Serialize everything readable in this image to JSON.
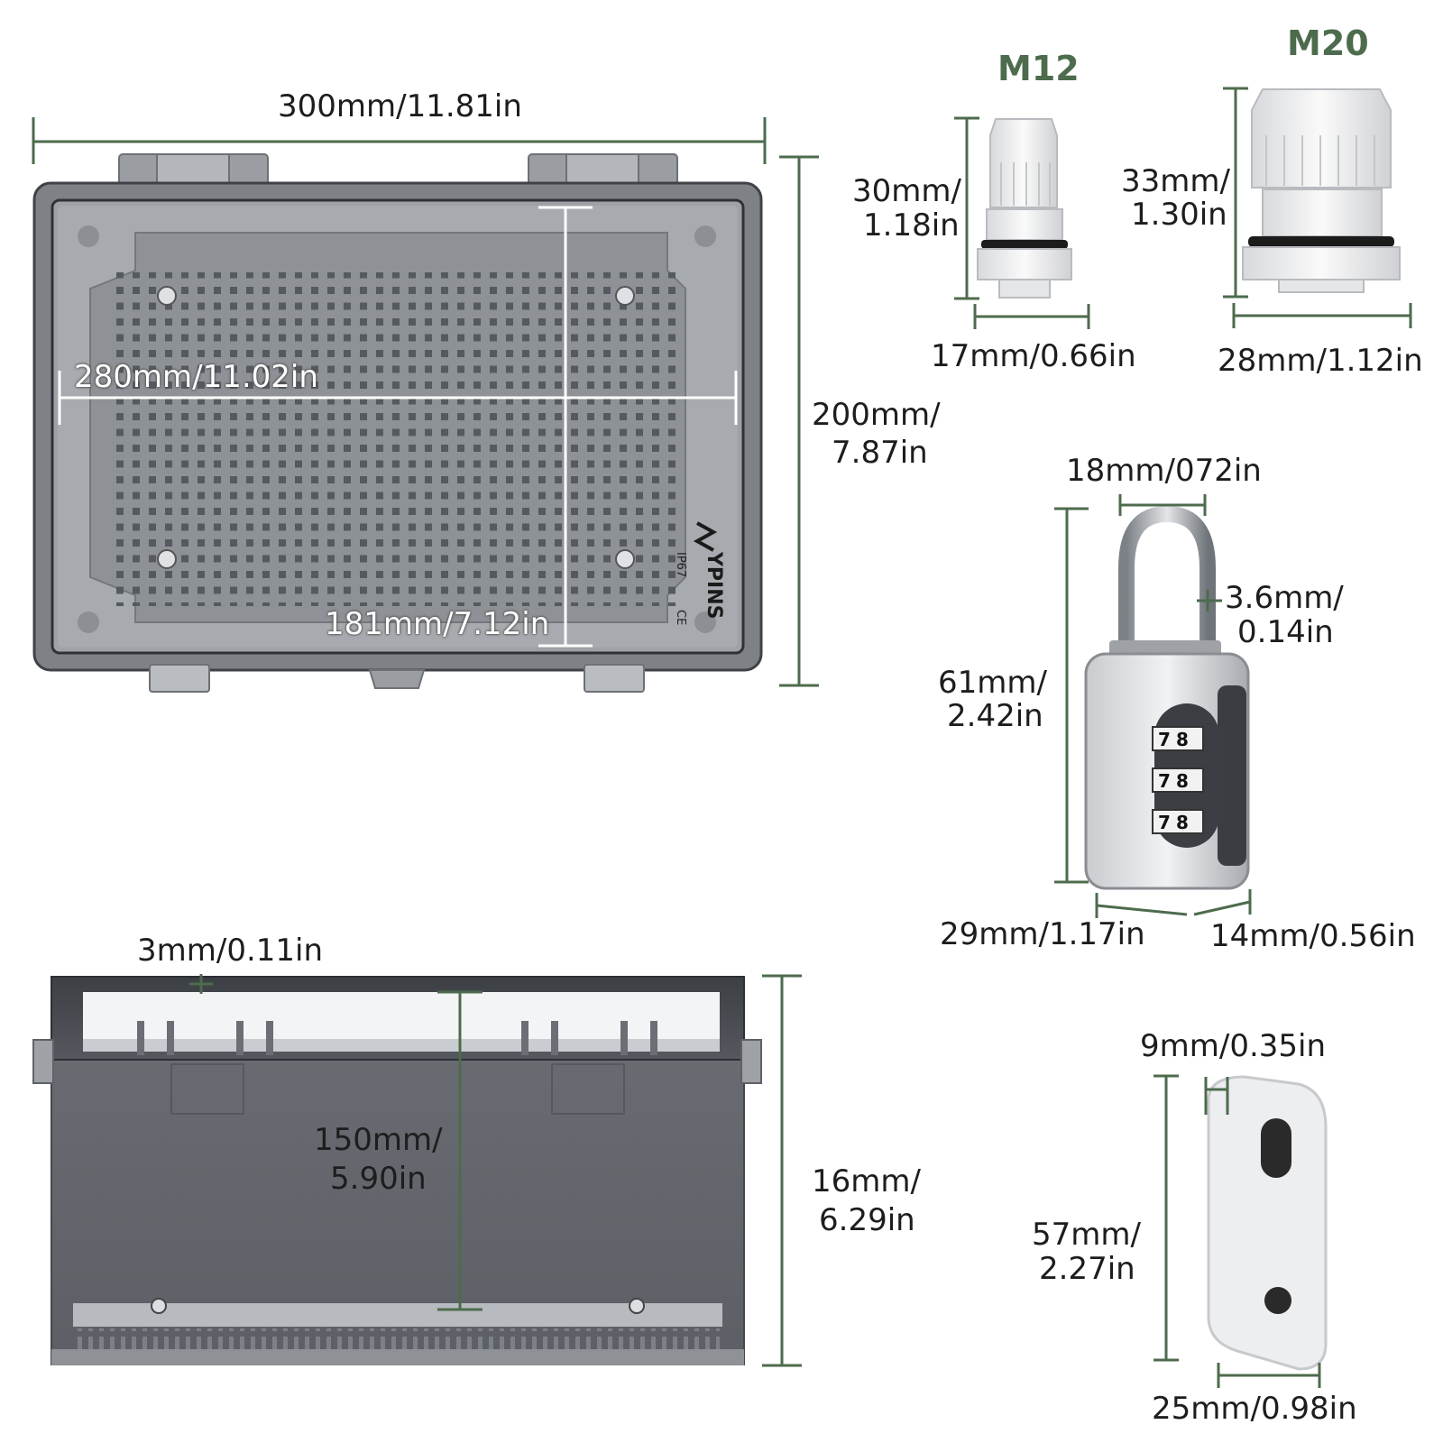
{
  "models": {
    "m12": "M12",
    "m20": "M20"
  },
  "logo": {
    "brand": "YPINS",
    "rating": "IP67",
    "mark": "CE"
  },
  "dimensions": {
    "top_width": "300mm/11.81in",
    "inner_width": "280mm/11.02in",
    "inner_height": "181mm/7.12in",
    "height": [
      "200mm/",
      "7.87in"
    ],
    "m12_height": [
      "30mm/",
      "1.18in"
    ],
    "m12_width": "17mm/0.66in",
    "m20_height": [
      "33mm/",
      "1.30in"
    ],
    "m20_width": "28mm/1.12in",
    "lock_shackle_width": "18mm/072in",
    "lock_shackle_dia": [
      "3.6mm/",
      "0.14in"
    ],
    "lock_height": [
      "61mm/",
      "2.42in"
    ],
    "lock_width": "29mm/1.17in",
    "lock_depth": "14mm/0.56in",
    "wall": "3mm/0.11in",
    "depth": [
      "150mm/",
      "5.90in"
    ],
    "side_height": [
      "16mm/",
      "6.29in"
    ],
    "bracket_slot": "9mm/0.35in",
    "bracket_height": [
      "57mm/",
      "2.27in"
    ],
    "bracket_width": "25mm/0.98in"
  },
  "colors": {
    "dim_line": "#4d6b4d",
    "box_gray": "#8a8c90",
    "accent_green": "#4d6b4d"
  }
}
